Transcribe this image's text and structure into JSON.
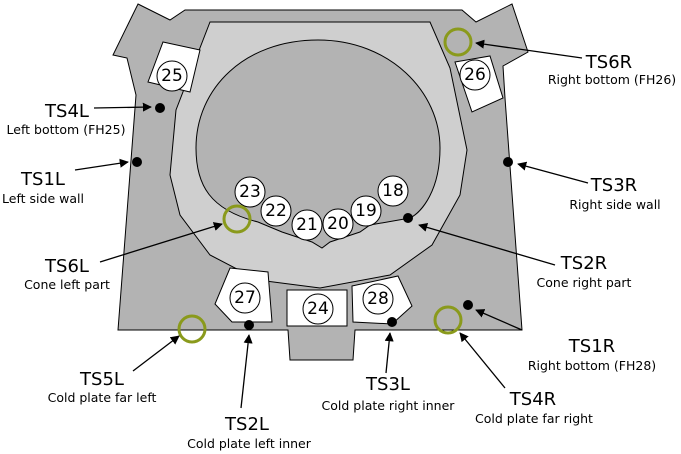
{
  "fh_labels": {
    "fh25": "25",
    "fh26": "26",
    "fh27": "27",
    "fh24": "24",
    "fh28": "28",
    "fh23": "23",
    "fh22": "22",
    "fh21": "21",
    "fh20": "20",
    "fh19": "19",
    "fh18": "18"
  },
  "sensors": {
    "ts6r": {
      "code": "TS6R",
      "desc": "Right bottom (FH26)"
    },
    "ts4l": {
      "code": "TS4L",
      "desc": "Left bottom (FH25)"
    },
    "ts1l": {
      "code": "TS1L",
      "desc": "Left side wall"
    },
    "ts3r": {
      "code": "TS3R",
      "desc": "Right side wall"
    },
    "ts6l": {
      "code": "TS6L",
      "desc": "Cone left part"
    },
    "ts2r": {
      "code": "TS2R",
      "desc": "Cone right part"
    },
    "ts1r": {
      "code": "TS1R",
      "desc": "Right bottom (FH28)"
    },
    "ts5l": {
      "code": "TS5L",
      "desc": "Cold plate far left"
    },
    "ts3l": {
      "code": "TS3L",
      "desc": "Cold plate right inner"
    },
    "ts4r": {
      "code": "TS4R",
      "desc": "Cold plate far right"
    },
    "ts2l": {
      "code": "TS2L",
      "desc": "Cold plate left inner"
    }
  },
  "colors": {
    "plate": "#b3b3b3",
    "cone": "#cfcfcf",
    "olive_ring": "#8a9a1c",
    "outline": "#000000"
  }
}
